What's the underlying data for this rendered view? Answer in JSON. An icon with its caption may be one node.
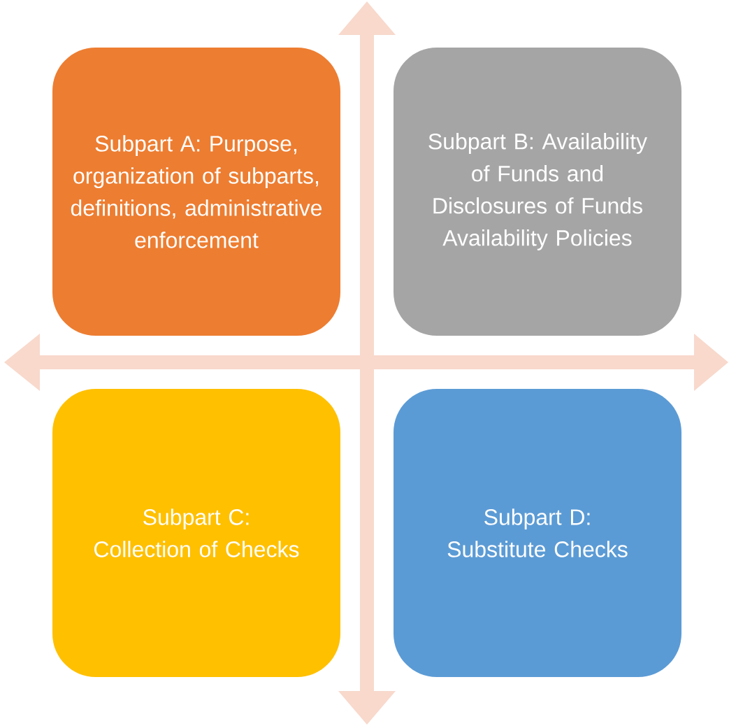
{
  "diagram": {
    "nodes": [
      {
        "text": [
          "Subpart A: Purpose, organization of subparts, definitions, administrative enforcement"
        ]
      },
      {
        "text": [
          "Subpart B: Availability of Funds and Disclosures of Funds Availability Policies"
        ]
      },
      {
        "text": [
          "Subpart C: Collection of Checks"
        ]
      },
      {
        "text": [
          "Subpart D: Substitute Checks"
        ]
      }
    ]
  }
}
